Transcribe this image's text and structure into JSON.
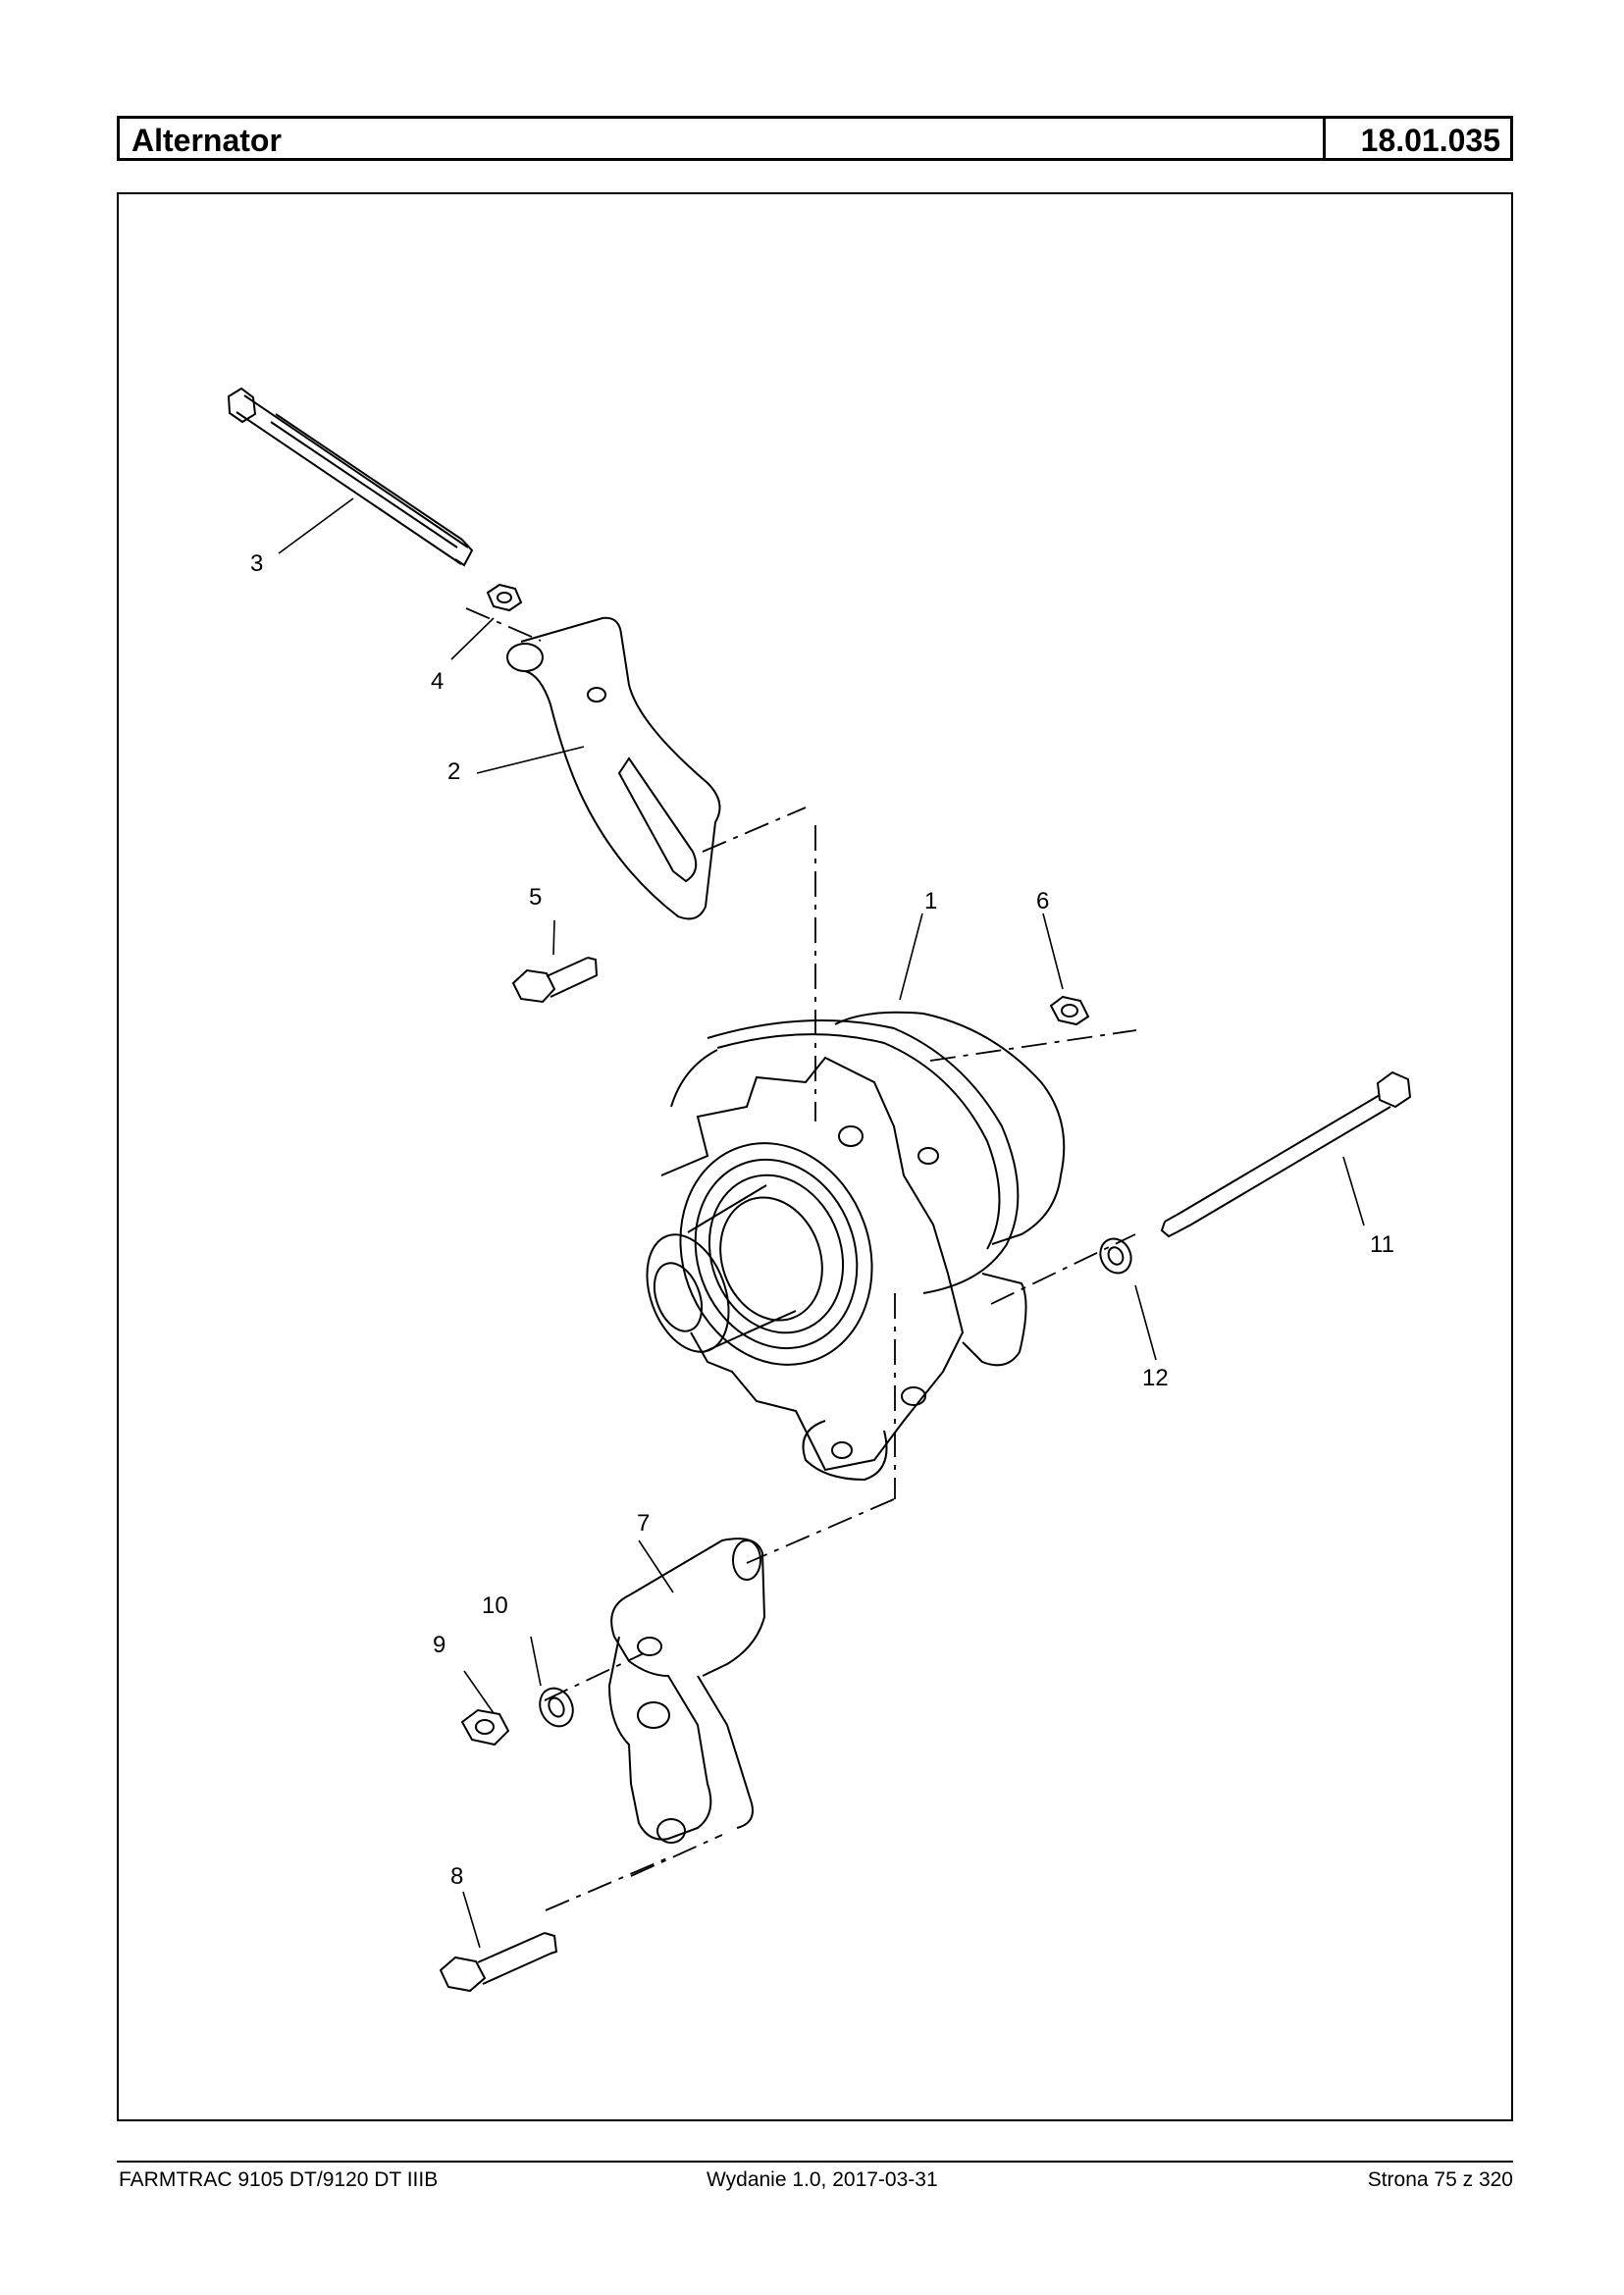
{
  "header": {
    "title": "Alternator",
    "code": "18.01.035"
  },
  "diagram": {
    "callouts": [
      "1",
      "2",
      "3",
      "4",
      "5",
      "6",
      "7",
      "8",
      "9",
      "10",
      "11",
      "12"
    ]
  },
  "footer": {
    "model": "FARMTRAC 9105 DT/9120 DT IIIB",
    "edition": "Wydanie 1.0,  2017-03-31",
    "page": "Strona 75 z 320"
  }
}
